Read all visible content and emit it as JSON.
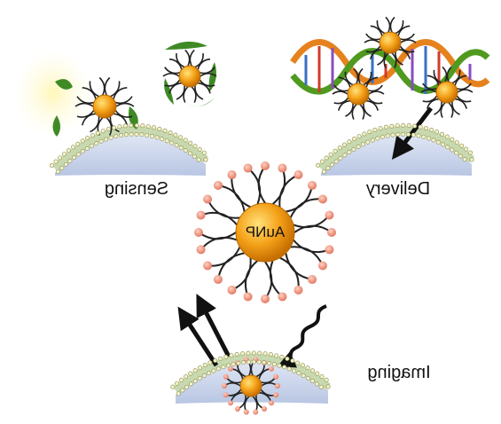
{
  "labels": {
    "sensing": "Sensing",
    "delivery": "Delivery",
    "aunp": "AuNP",
    "imaging": "Imaging"
  },
  "colors": {
    "gold_core": "#f5a21a",
    "gold_core_dark": "#c66f00",
    "ligand_head": "#f08a6a",
    "membrane": "#c8d9b0",
    "membrane_bead": "#f2f2c4",
    "cell": "#c4cfe6",
    "dna_orange": "#e6821e",
    "dna_green": "#4f9a1f",
    "fragment_green": "#3f8a24",
    "arrow": "#111111"
  },
  "icons": [
    "gold-nanoparticle-icon",
    "dna-helix-icon",
    "arrow-icon",
    "light-wave-icon",
    "cell-membrane-icon"
  ]
}
